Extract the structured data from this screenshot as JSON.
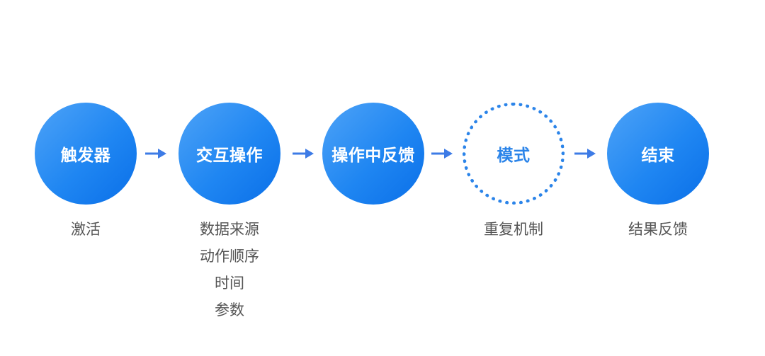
{
  "colors": {
    "node_fill": "#1f86f2",
    "node_fill_light": "#4ea3f7",
    "dotted_stroke": "#2b84e9",
    "arrow": "#3d7be6",
    "caption_text": "#555555"
  },
  "steps": [
    {
      "label": "触发器",
      "style": "filled",
      "captions": [
        "激活"
      ]
    },
    {
      "label": "交互操作",
      "style": "filled",
      "captions": [
        "数据来源",
        "动作顺序",
        "时间",
        "参数"
      ]
    },
    {
      "label": "操作中反馈",
      "style": "filled",
      "captions": []
    },
    {
      "label": "模式",
      "style": "dotted",
      "captions": [
        "重复机制"
      ]
    },
    {
      "label": "结束",
      "style": "filled",
      "captions": [
        "结果反馈"
      ]
    }
  ]
}
